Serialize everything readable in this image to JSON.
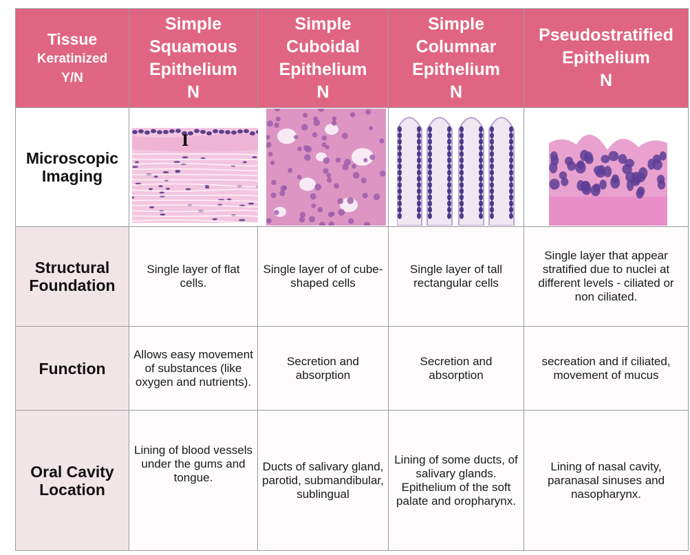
{
  "header": {
    "corner": {
      "line1": "Tissue",
      "line2": "Keratinized",
      "line3": "Y/N"
    },
    "columns": [
      {
        "line1": "Simple",
        "line2": "Squamous",
        "line3": "Epithelium",
        "keratinized": "N"
      },
      {
        "line1": "Simple",
        "line2": "Cuboidal",
        "line3": "Epithelium",
        "keratinized": "N"
      },
      {
        "line1": "Simple",
        "line2": "Columnar",
        "line3": "Epithelium",
        "keratinized": "N"
      },
      {
        "line1": "Pseudostratified",
        "line2": "Epithelium",
        "line3": "",
        "keratinized": "N"
      }
    ]
  },
  "rows": {
    "microscopic": {
      "label_1": "Microscopic",
      "label_2": "Imaging",
      "squamous_marker": "I"
    },
    "structural": {
      "label_1": "Structural",
      "label_2": "Foundation",
      "cells": [
        "Single layer of flat cells.",
        "Single layer of of cube-shaped cells",
        "Single layer of tall rectangular cells",
        "Single layer that appear stratified due to nuclei at different levels - ciliated or non ciliated."
      ]
    },
    "function": {
      "label_1": "Function",
      "cells": [
        "Allows easy movement of substances (like oxygen and nutrients).",
        "Secretion and absorption",
        "Secretion and absorption",
        "secreation and if ciliated, movement of mucus"
      ]
    },
    "oral": {
      "label_1": "Oral Cavity",
      "label_2": "Location",
      "cells": [
        "Lining of blood vessels under the gums and tongue.",
        "Ducts of salivary gland, parotid, submandibular, sublingual",
        "Lining of some ducts, of salivary glands. Epithelium of the soft palate and oropharynx.",
        "Lining of nasal cavity, paranasal sinuses and nasopharynx."
      ]
    }
  },
  "colors": {
    "header_bg": "#e06582",
    "label_bg": "#f2e5e8",
    "stain_pink": "#e8a6cc",
    "stain_purple": "#5a3f8c"
  }
}
